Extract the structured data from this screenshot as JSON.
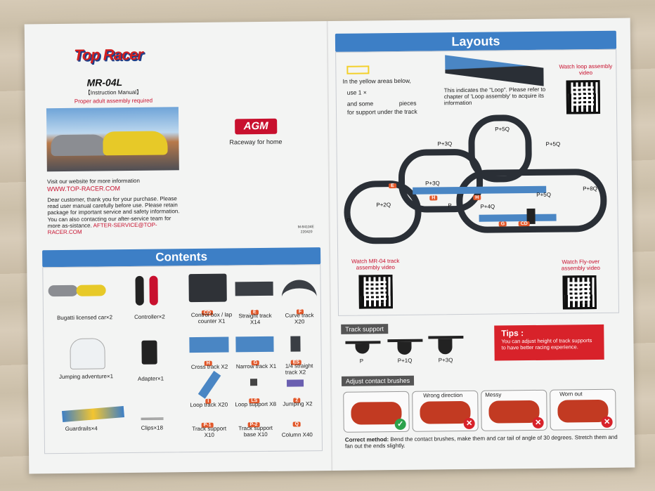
{
  "brand": {
    "logo": "Top Racer",
    "model": "MR-04L",
    "manual": "【Instruction Manual】",
    "assembly_note": "Proper adult assembly required"
  },
  "agm": {
    "logo": "AGM",
    "tagline": "Raceway for home"
  },
  "intro": {
    "visit": "Visit our website for more information",
    "website": "WWW.TOP-RACER.COM",
    "thanks": "Dear customer, thank you for your purchase. Please read user manual carefully before use. Please retain package for important service and safety information.",
    "contact": "You can also contacting our after-service team for more as-sistance.",
    "email": "AFTER-SERVICE@TOP-RACER.COM",
    "code": "M-84104E",
    "date": "220420"
  },
  "contents": {
    "title": "Contents",
    "items": [
      {
        "label": "Bugatti licensed car×2"
      },
      {
        "label": "Controller×2"
      },
      {
        "code": "CD",
        "label": "Control box / lap counter X1"
      },
      {
        "code": "E",
        "label": "Straight track X14"
      },
      {
        "code": "F",
        "label": "Curve track X20"
      },
      {
        "label": "Jumping adventure×1"
      },
      {
        "label": "Adapter×1"
      },
      {
        "code": "H",
        "label": "Cross track X2"
      },
      {
        "code": "G",
        "label": "Narrow track X1"
      },
      {
        "code": "ES",
        "label": "1/4 straight track X2"
      },
      {
        "code": "I",
        "label": "Loop track X20"
      },
      {
        "code": "LS",
        "label": "Loop support X8"
      },
      {
        "code": "Z",
        "label": "Jumping X2"
      },
      {
        "label": "Guardrails×4"
      },
      {
        "label": "Clips×18"
      },
      {
        "code": "P-1",
        "label": "Track support X10"
      },
      {
        "code": "P-2",
        "label": "Track support base X10"
      },
      {
        "code": "Q",
        "label": "Column X40"
      }
    ]
  },
  "layouts": {
    "title": "Layouts",
    "instructions": [
      "In the yellow areas below,",
      "use 1 ×",
      "and some",
      "pieces",
      "for support under the track"
    ],
    "loop_note": "This indicates the \"Loop\". Please refer to chapter of 'Loop assembly' to acquire its information",
    "watch_loop": "Watch loop assembly video",
    "watch_mr04": "Watch MR-04 track assembly video",
    "watch_flyover": "Watch Fly-over assembly video",
    "track_labels": [
      "P+5Q",
      "P+3Q",
      "P+5Q",
      "P+3Q",
      "P+8Q",
      "P+2Q",
      "P",
      "P",
      "P+4Q",
      "P+5Q",
      "H",
      "H",
      "G",
      "CD",
      "E"
    ]
  },
  "track_support": {
    "title": "Track support",
    "labels": [
      "P",
      "P+1Q",
      "P+3Q"
    ]
  },
  "tips": {
    "title": "Tips :",
    "text": "You can adjust height of track supports to have better racing experience."
  },
  "brushes": {
    "title": "Adjust contact brushes",
    "states": [
      "Wrong direction",
      "Messy",
      "Worn out"
    ],
    "correct_label": "Correct method:",
    "correct_text": "Bend the contact brushes, make them and car tail of angle of 30 degrees. Stretch them and fan out the ends slightly."
  },
  "colors": {
    "accent_blue": "#3d7fc6",
    "brand_red": "#c8102e",
    "track_dark": "#2a2f36",
    "tag_orange": "#e2582a"
  }
}
